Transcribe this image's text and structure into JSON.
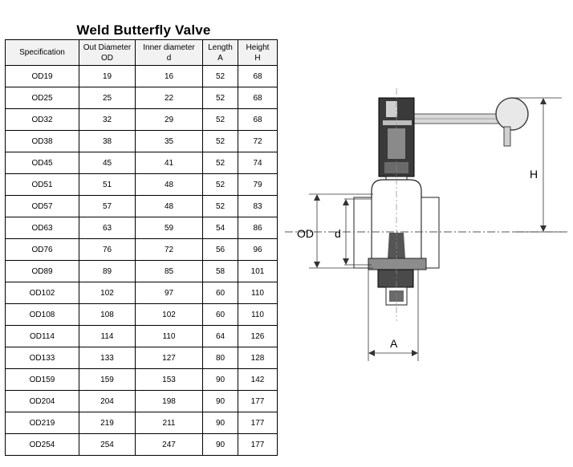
{
  "title": "Weld Butterfly Valve",
  "table": {
    "headers": [
      {
        "line1": "Specification",
        "line2": ""
      },
      {
        "line1": "Out Diameter",
        "line2": "OD"
      },
      {
        "line1": "Inner diameter",
        "line2": "d"
      },
      {
        "line1": "Length",
        "line2": "A"
      },
      {
        "line1": "Height",
        "line2": "H"
      }
    ],
    "rows": [
      [
        "OD19",
        "19",
        "16",
        "52",
        "68"
      ],
      [
        "OD25",
        "25",
        "22",
        "52",
        "68"
      ],
      [
        "OD32",
        "32",
        "29",
        "52",
        "68"
      ],
      [
        "OD38",
        "38",
        "35",
        "52",
        "72"
      ],
      [
        "OD45",
        "45",
        "41",
        "52",
        "74"
      ],
      [
        "OD51",
        "51",
        "48",
        "52",
        "79"
      ],
      [
        "OD57",
        "57",
        "48",
        "52",
        "83"
      ],
      [
        "OD63",
        "63",
        "59",
        "54",
        "86"
      ],
      [
        "OD76",
        "76",
        "72",
        "56",
        "96"
      ],
      [
        "OD89",
        "89",
        "85",
        "58",
        "101"
      ],
      [
        "OD102",
        "102",
        "97",
        "60",
        "110"
      ],
      [
        "OD108",
        "108",
        "102",
        "60",
        "110"
      ],
      [
        "OD114",
        "114",
        "110",
        "64",
        "126"
      ],
      [
        "OD133",
        "133",
        "127",
        "80",
        "128"
      ],
      [
        "OD159",
        "159",
        "153",
        "90",
        "142"
      ],
      [
        "OD204",
        "204",
        "198",
        "90",
        "177"
      ],
      [
        "OD219",
        "219",
        "211",
        "90",
        "177"
      ],
      [
        "OD254",
        "254",
        "247",
        "90",
        "177"
      ]
    ]
  },
  "diagram": {
    "label_h": "H",
    "label_od": "OD",
    "label_d": "d",
    "label_a": "A"
  }
}
